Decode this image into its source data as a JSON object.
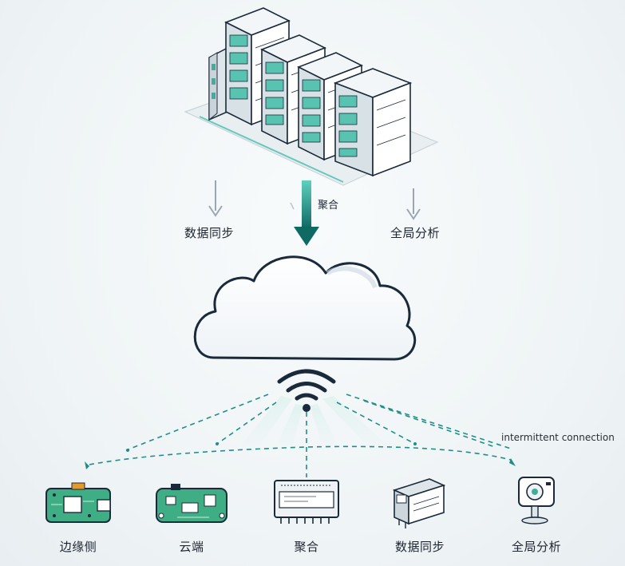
{
  "top_labels": {
    "left": "数据同步",
    "center": "聚合",
    "right": "全局分析"
  },
  "connection_label": "intermittent connection",
  "devices": [
    {
      "label": "边缘侧",
      "icon": "circuit-board-icon"
    },
    {
      "label": "云端",
      "icon": "gateway-board-icon"
    },
    {
      "label": "聚合",
      "icon": "aggregator-module-icon"
    },
    {
      "label": "数据同步",
      "icon": "display-unit-icon"
    },
    {
      "label": "全局分析",
      "icon": "sensor-camera-icon"
    }
  ],
  "colors": {
    "teal": "#1f8f86",
    "teal_dark": "#11645e",
    "outline": "#1b2a3a",
    "arrow_gray": "#9aa6b2",
    "board_green": "#3fae84",
    "cloud_fill": "#ffffff"
  }
}
